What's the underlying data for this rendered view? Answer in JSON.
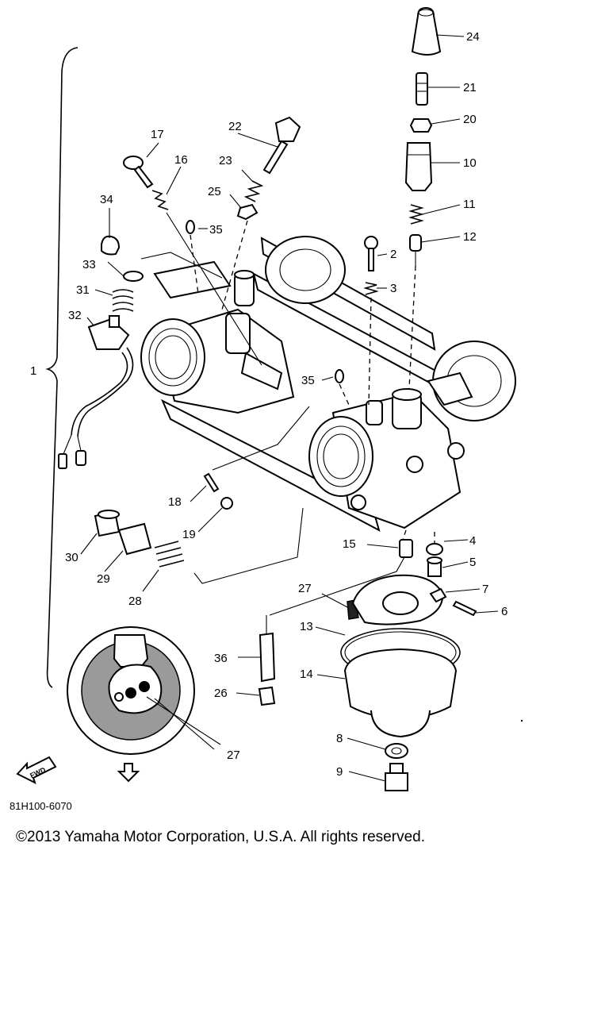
{
  "callouts": [
    "1",
    "2",
    "3",
    "4",
    "5",
    "6",
    "7",
    "8",
    "9",
    "10",
    "11",
    "12",
    "13",
    "14",
    "15",
    "16",
    "17",
    "18",
    "19",
    "20",
    "21",
    "22",
    "23",
    "24",
    "25",
    "26",
    "27",
    "27",
    "27",
    "28",
    "29",
    "30",
    "31",
    "32",
    "33",
    "34",
    "35",
    "35",
    "36"
  ],
  "fwd_label": "FWD",
  "drawing_code": "81H100-6070",
  "copyright": "©2013 Yamaha Motor Corporation, U.S.A. All rights reserved."
}
